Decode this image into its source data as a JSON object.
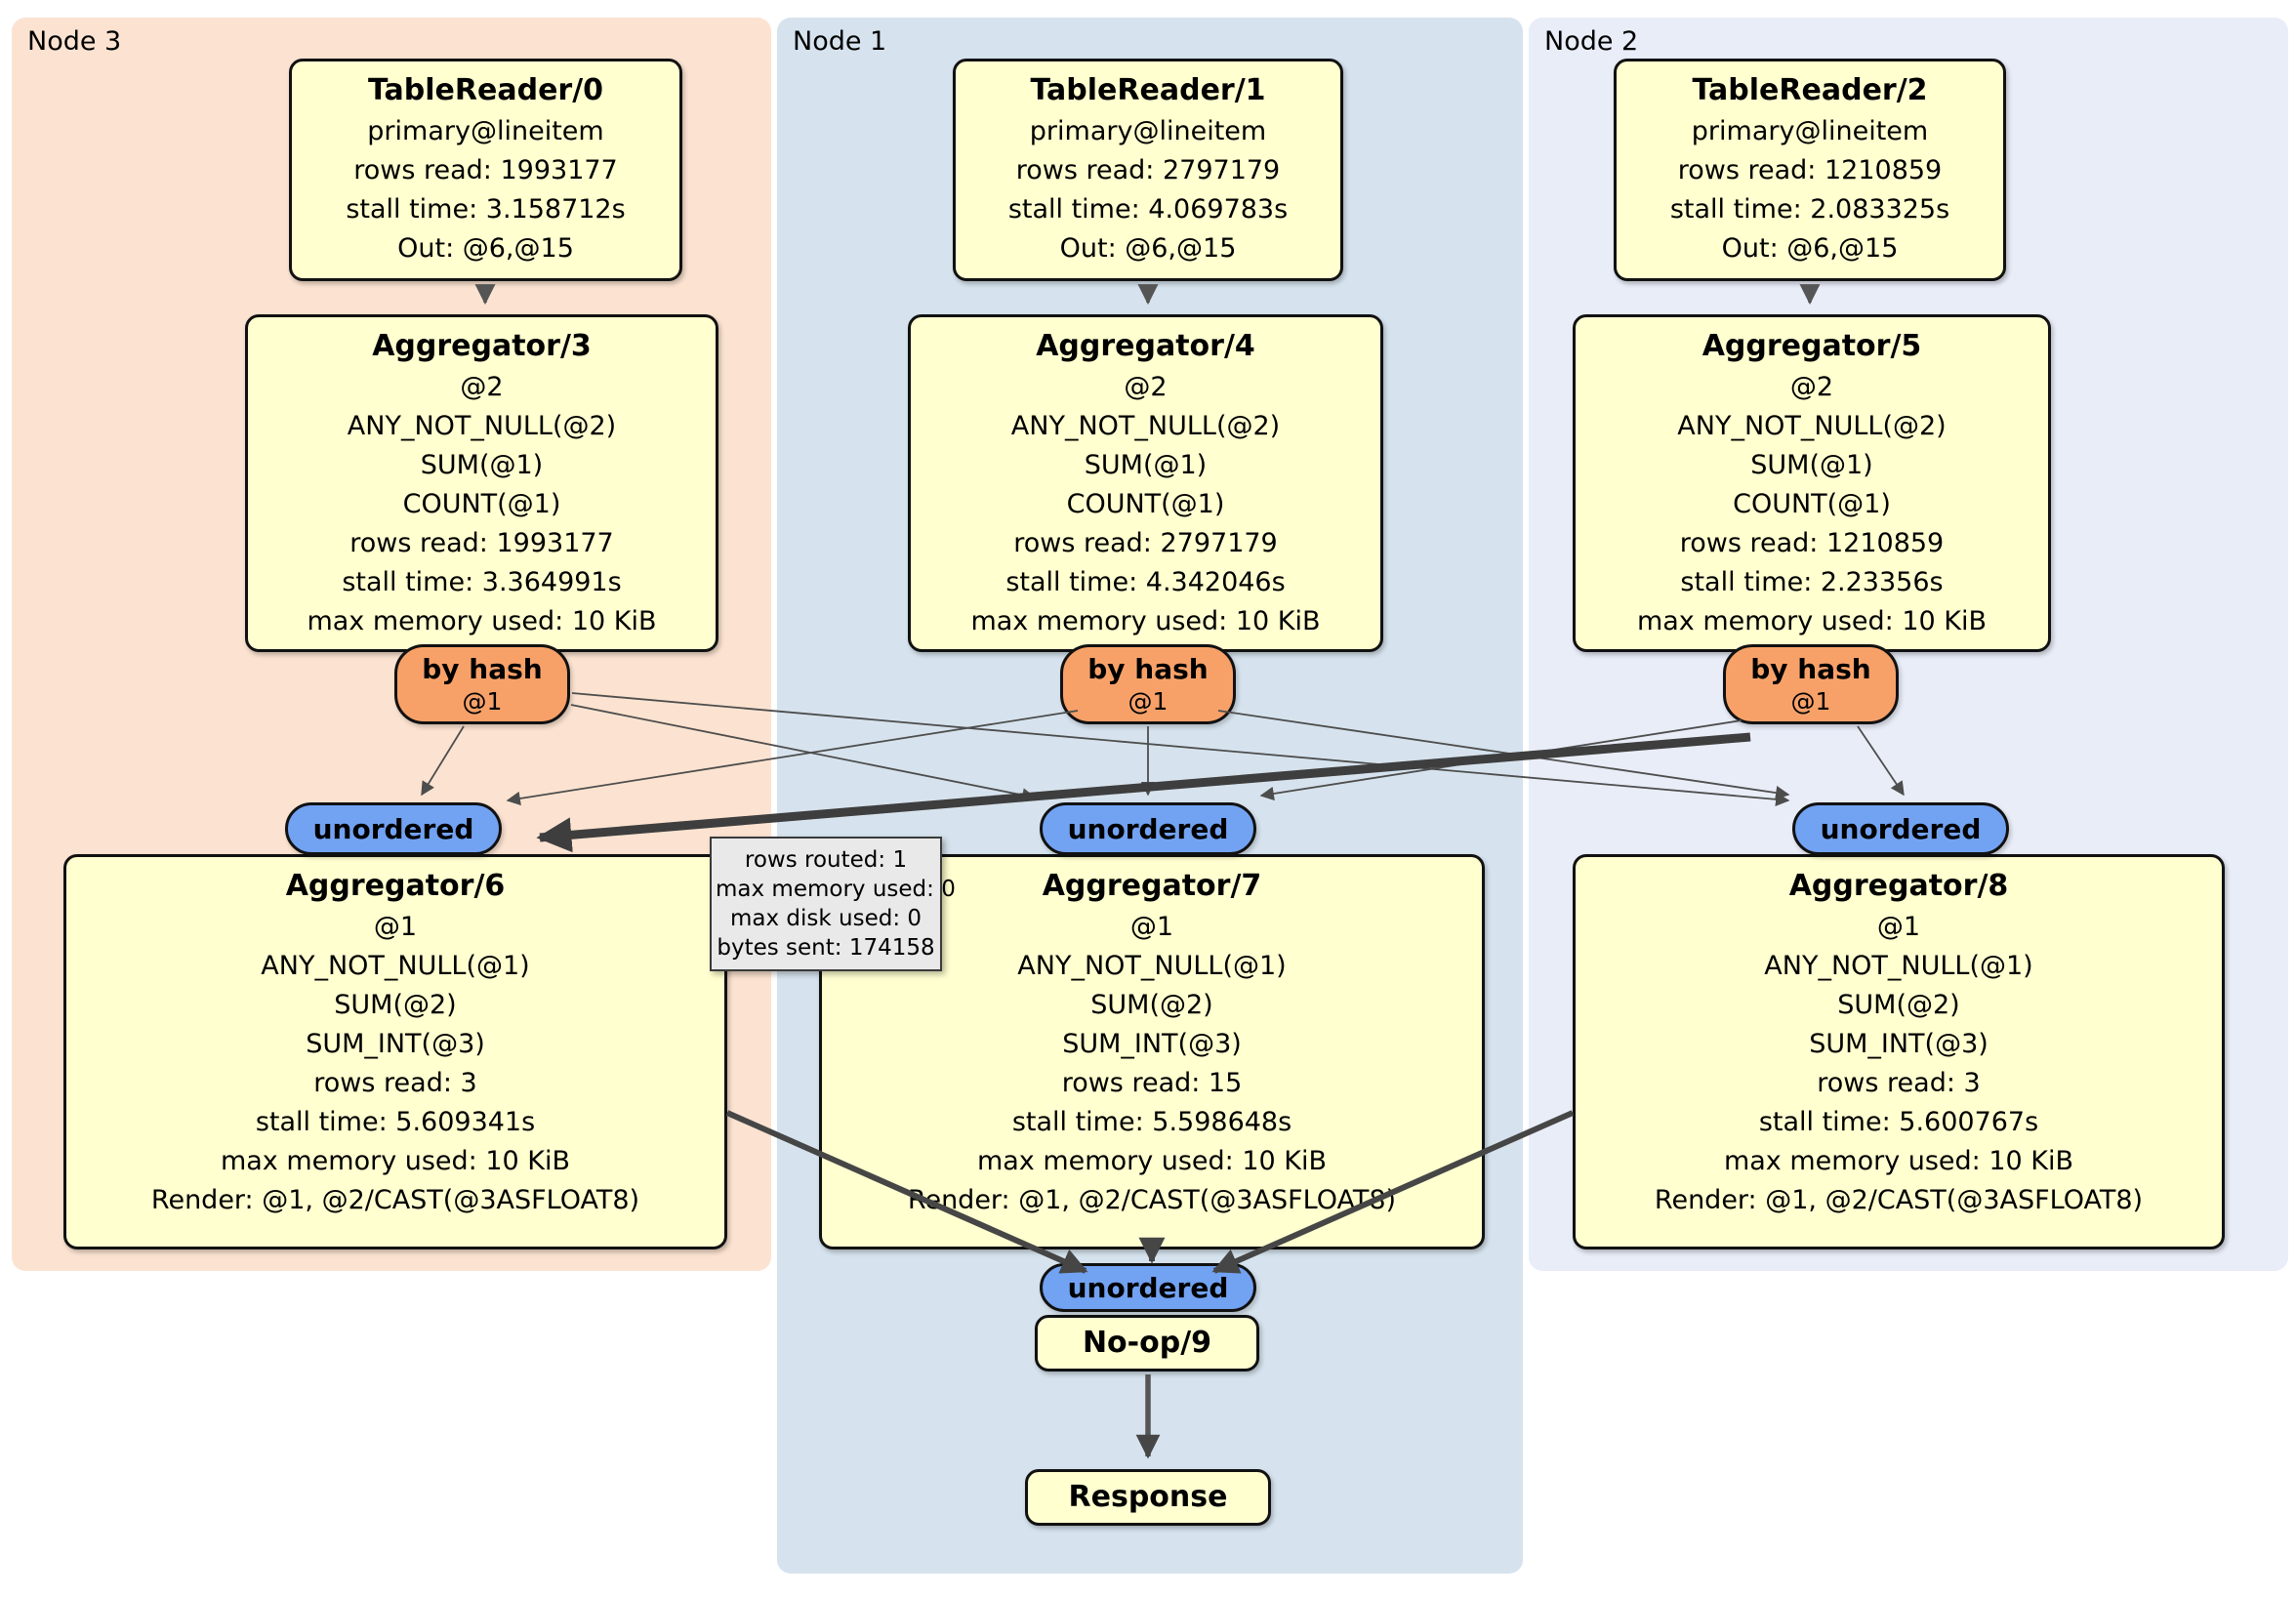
{
  "nodes": [
    {
      "label": "Node 3"
    },
    {
      "label": "Node 1"
    },
    {
      "label": "Node 2"
    }
  ],
  "processors": {
    "tablereader0": {
      "title": "TableReader/0",
      "lines": [
        "primary@lineitem",
        "rows read: 1993177",
        "stall time: 3.158712s",
        "Out: @6,@15"
      ]
    },
    "tablereader1": {
      "title": "TableReader/1",
      "lines": [
        "primary@lineitem",
        "rows read: 2797179",
        "stall time: 4.069783s",
        "Out: @6,@15"
      ]
    },
    "tablereader2": {
      "title": "TableReader/2",
      "lines": [
        "primary@lineitem",
        "rows read: 1210859",
        "stall time: 2.083325s",
        "Out: @6,@15"
      ]
    },
    "aggregator3": {
      "title": "Aggregator/3",
      "lines": [
        "@2",
        "ANY_NOT_NULL(@2)",
        "SUM(@1)",
        "COUNT(@1)",
        "rows read: 1993177",
        "stall time: 3.364991s",
        "max memory used: 10 KiB"
      ]
    },
    "aggregator4": {
      "title": "Aggregator/4",
      "lines": [
        "@2",
        "ANY_NOT_NULL(@2)",
        "SUM(@1)",
        "COUNT(@1)",
        "rows read: 2797179",
        "stall time: 4.342046s",
        "max memory used: 10 KiB"
      ]
    },
    "aggregator5": {
      "title": "Aggregator/5",
      "lines": [
        "@2",
        "ANY_NOT_NULL(@2)",
        "SUM(@1)",
        "COUNT(@1)",
        "rows read: 1210859",
        "stall time: 2.23356s",
        "max memory used: 10 KiB"
      ]
    },
    "aggregator6": {
      "title": "Aggregator/6",
      "lines": [
        "@1",
        "ANY_NOT_NULL(@1)",
        "SUM(@2)",
        "SUM_INT(@3)",
        "rows read: 3",
        "stall time: 5.609341s",
        "max memory used: 10 KiB",
        "Render: @1, @2/CAST(@3ASFLOAT8)"
      ]
    },
    "aggregator7": {
      "title": "Aggregator/7",
      "lines": [
        "@1",
        "ANY_NOT_NULL(@1)",
        "SUM(@2)",
        "SUM_INT(@3)",
        "rows read: 15",
        "stall time: 5.598648s",
        "max memory used: 10 KiB",
        "Render: @1, @2/CAST(@3ASFLOAT8)"
      ]
    },
    "aggregator8": {
      "title": "Aggregator/8",
      "lines": [
        "@1",
        "ANY_NOT_NULL(@1)",
        "SUM(@2)",
        "SUM_INT(@3)",
        "rows read: 3",
        "stall time: 5.600767s",
        "max memory used: 10 KiB",
        "Render: @1, @2/CAST(@3ASFLOAT8)"
      ]
    },
    "noop": {
      "title": "No-op/9"
    },
    "response": {
      "title": "Response"
    }
  },
  "routers": {
    "by_hash": {
      "label": "by hash",
      "sub": "@1"
    },
    "unordered": {
      "label": "unordered"
    }
  },
  "tooltip": {
    "lines": [
      "rows routed: 1",
      "max memory used: 0",
      "max disk used: 0",
      "bytes sent: 174158"
    ]
  },
  "colors": {
    "node3_bg": "#FCE3D1",
    "node1_bg": "#D6E3EE",
    "node2_bg": "#E9EDF8",
    "processor_bg": "#FFFFD0",
    "hash_router_bg": "#F7A169",
    "sync_bg": "#72A2F2",
    "tooltip_bg": "#E9E9E9",
    "edge": "#4D4D4D"
  }
}
